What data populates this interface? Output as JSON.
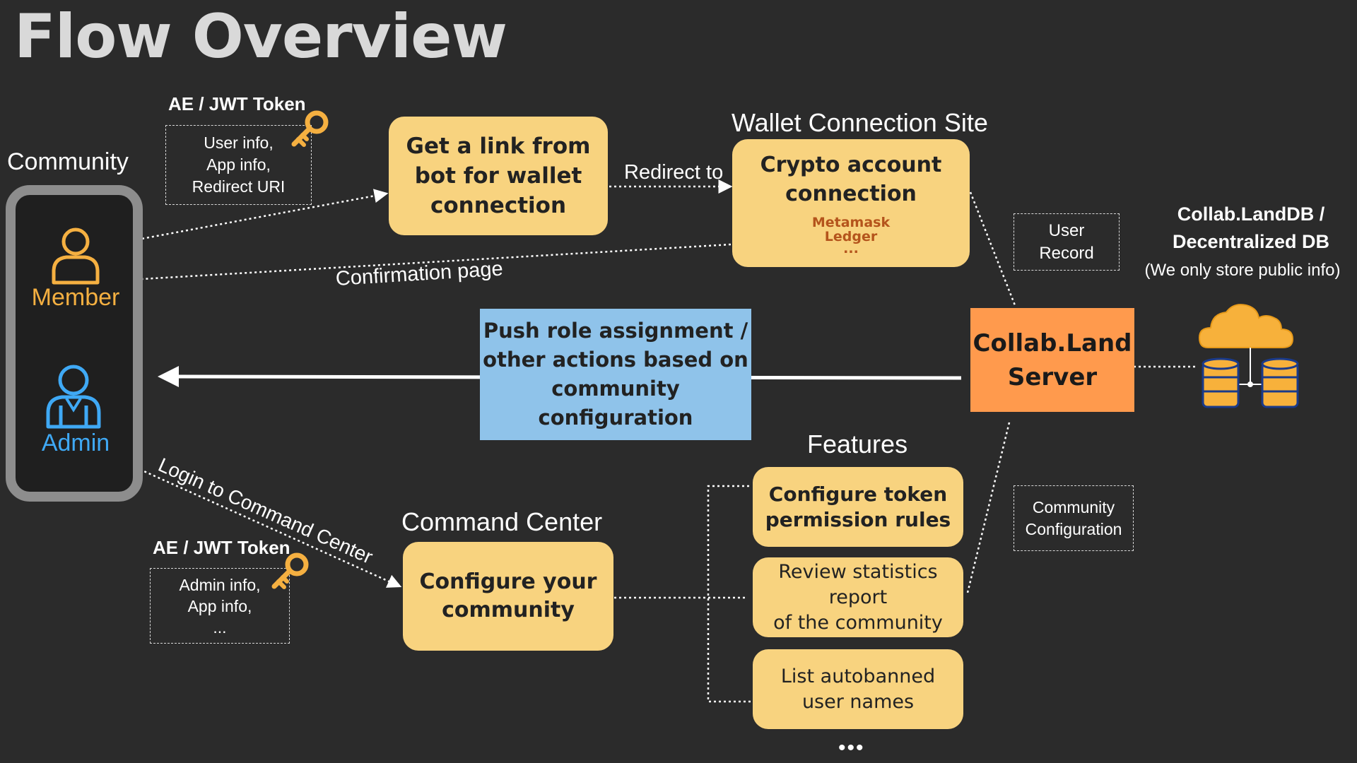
{
  "title": "Flow Overview",
  "community": {
    "label": "Community",
    "member": "Member",
    "admin": "Admin"
  },
  "token_top": {
    "title": "AE / JWT Token",
    "lines": [
      "User info,",
      "App info,",
      "Redirect URI"
    ]
  },
  "token_bottom": {
    "title": "AE / JWT Token",
    "lines": [
      "Admin info,",
      "App info,",
      "..."
    ]
  },
  "get_link_box": {
    "lines": [
      "Get a link from",
      "bot for wallet",
      "connection"
    ]
  },
  "wallet": {
    "heading": "Wallet Connection Site",
    "box_lines": [
      "Crypto account",
      "connection"
    ],
    "providers": [
      "Metamask",
      "Ledger",
      "..."
    ]
  },
  "edges": {
    "redirect": "Redirect to",
    "confirmation": "Confirmation page",
    "login": "Login to Command Center"
  },
  "push_box": {
    "lines": [
      "Push role assignment /",
      "other actions based on",
      "community configuration"
    ]
  },
  "server": {
    "lines": [
      "Collab.Land",
      "Server"
    ]
  },
  "user_record": {
    "lines": [
      "User",
      "Record"
    ]
  },
  "community_config": {
    "lines": [
      "Community",
      "Configuration"
    ]
  },
  "db": {
    "title_lines": [
      "Collab.LandDB /",
      "Decentralized DB"
    ],
    "note": "(We only store public info)"
  },
  "command_center": {
    "heading": "Command Center",
    "box_lines": [
      "Configure your",
      "community"
    ]
  },
  "features": {
    "heading": "Features",
    "items": [
      {
        "lines": [
          "Configure token",
          "permission rules"
        ],
        "bold": true
      },
      {
        "lines": [
          "Review statistics report",
          "of the community"
        ],
        "bold": false
      },
      {
        "lines": [
          "List autobanned",
          "user names"
        ],
        "bold": false
      }
    ],
    "more": "•••"
  },
  "colors": {
    "background": "#2b2b2b",
    "card_yellow": "#f8d37f",
    "push_blue": "#8fc3ea",
    "server_orange": "#ff9a4d",
    "member_orange": "#f5b041",
    "admin_blue": "#3fa9f5",
    "title_gray": "#d9d9d9",
    "provider_brown": "#b4541c"
  },
  "icons": [
    "key-icon",
    "member-person-icon",
    "admin-person-icon",
    "cloud-icon",
    "database-icon"
  ]
}
